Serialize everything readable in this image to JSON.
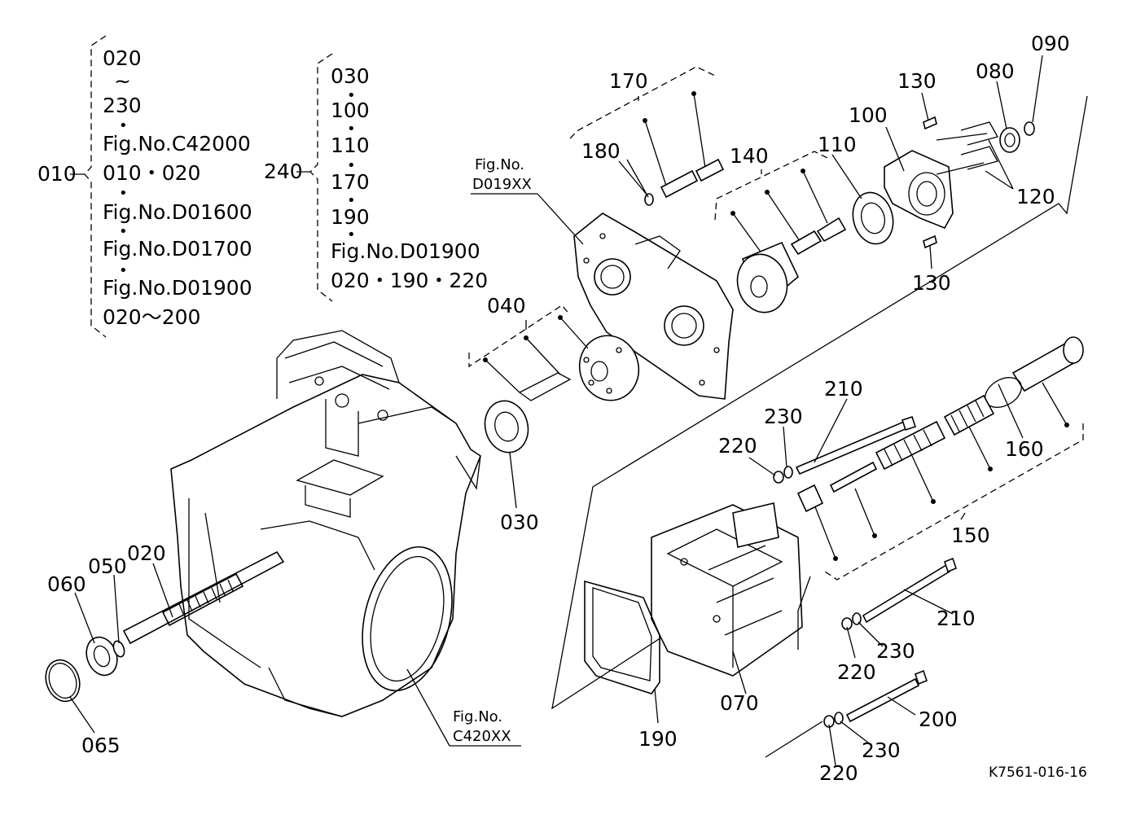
{
  "drawing": {
    "code": "K7561-016-16",
    "group_010": {
      "number": "010",
      "lines": [
        "020",
        "~",
        "230",
        "•",
        "Fig.No.C42000",
        "010・020",
        "•",
        "Fig.No.D01600",
        "•",
        "Fig.No.D01700",
        "•",
        "Fig.No.D01900",
        "020～200"
      ]
    },
    "group_240": {
      "number": "240",
      "lines": [
        "030",
        "•",
        "100",
        "•",
        "110",
        "•",
        "170",
        "•",
        "190",
        "•",
        "Fig.No.D01900",
        "020・190・220"
      ]
    },
    "fig_refs": [
      {
        "line1": "Fig.No.",
        "line2": "D019XX"
      },
      {
        "line1": "Fig.No.",
        "line2": "C420XX"
      }
    ],
    "callouts": {
      "c170": "170",
      "c180": "180",
      "c140": "140",
      "c110": "110",
      "c100": "100",
      "c130a": "130",
      "c130b": "130",
      "c080": "080",
      "c090": "090",
      "c120": "120",
      "c040": "040",
      "c030": "030",
      "c210a": "210",
      "c230a": "230",
      "c220a": "220",
      "c160": "160",
      "c150": "150",
      "c210b": "210",
      "c230b": "230",
      "c220b": "220",
      "c200": "200",
      "c230c": "230",
      "c220c": "220",
      "c070": "070",
      "c190": "190",
      "c020": "020",
      "c050": "050",
      "c060": "060",
      "c065": "065"
    }
  }
}
